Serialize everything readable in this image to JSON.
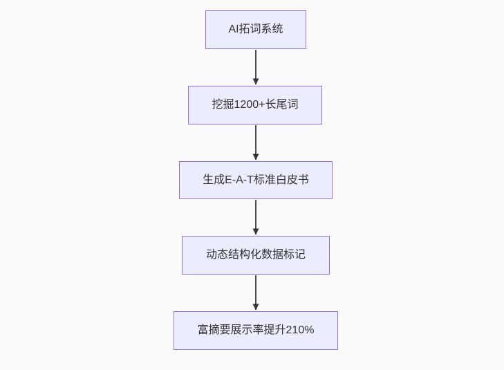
{
  "diagram": {
    "type": "flowchart",
    "direction": "top-down",
    "background_color": "#fafafa",
    "node_fill_color": "#ececff",
    "node_border_color": "#9370db",
    "node_text_color": "#333333",
    "arrow_color": "#333333",
    "nodes": [
      {
        "label": "AI拓词系统"
      },
      {
        "label": "挖掘1200+长尾词"
      },
      {
        "label": "生成E-A-T标准白皮书"
      },
      {
        "label": "动态结构化数据标记"
      },
      {
        "label": "富摘要展示率提升210%"
      }
    ],
    "edges": [
      {
        "from": 0,
        "to": 1
      },
      {
        "from": 1,
        "to": 2
      },
      {
        "from": 2,
        "to": 3
      },
      {
        "from": 3,
        "to": 4
      }
    ]
  }
}
